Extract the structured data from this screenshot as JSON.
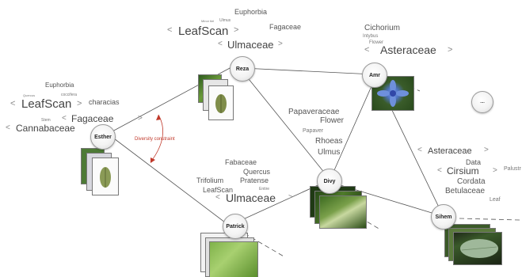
{
  "nodes": {
    "reza": "Reza",
    "amr": "Amr",
    "esther": "Esther",
    "divy": "Divy",
    "patrick": "Patrick",
    "sihem": "Sihem",
    "orphan": "...."
  },
  "annotation": "Diversity constraint",
  "reza_cloud": {
    "euphorbia": "Euphorbia",
    "minor": "Minor tiel",
    "ulmus": "Ulmus",
    "leafscan": "LeafScan",
    "fagaceae": "Fagaceae",
    "ulmaceae": "Ulmaceae"
  },
  "amr_cloud": {
    "cichorium": "Cichorium",
    "intybus": "Intybus",
    "flower": "Flower",
    "asteraceae": "Asteraceae"
  },
  "esther_cloud": {
    "euphorbia": "Euphorbia",
    "quercus": "Quercus",
    "coccifera": "coccifera",
    "leafscan": "LeafScan",
    "characias": "characias",
    "stem": "Stem",
    "fagaceae": "Fagaceae",
    "cannabaceae": "Cannabaceae"
  },
  "divy_cloud": {
    "papaveraceae": "Papaveraceae",
    "flower": "Flower",
    "papaver": "Papaver",
    "rhoeas": "Rhoeas",
    "ulmus": "Ulmus"
  },
  "patrick_cloud": {
    "fabaceae": "Fabaceae",
    "quercus": "Quercus",
    "trifolium": "Trifolium",
    "pratense": "Pratense",
    "leafscan": "LeafScan",
    "entire": "Entire",
    "ulmaceae": "Ulmaceae"
  },
  "sihem_cloud": {
    "asteraceae": "Asteraceae",
    "data": "Data",
    "cirsium": "Cirsium",
    "palustre": "Palustr",
    "cordata": "Cordata",
    "betulaceae": "Betulaceae",
    "leaf": "Leaf"
  }
}
